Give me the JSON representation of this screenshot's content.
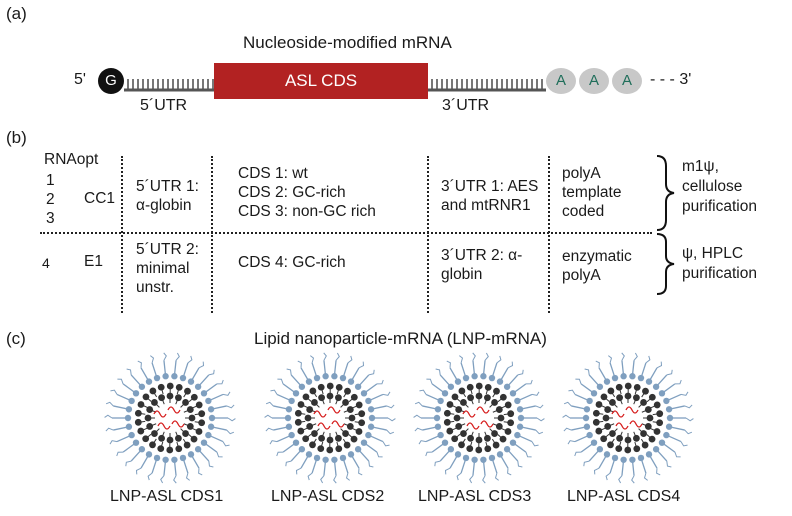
{
  "panels": {
    "a": {
      "label": "(a)",
      "title": "Nucleoside-modified mRNA",
      "five_prime": "5'",
      "three_prime": "- - - 3'",
      "cap": "G",
      "utr5": "5´UTR",
      "cds": "ASL CDS",
      "utr3": "3´UTR",
      "polyA": [
        "A",
        "A",
        "A"
      ]
    },
    "b": {
      "label": "(b)",
      "header": "RNAopt",
      "rows": [
        {
          "nums": [
            "1",
            "2",
            "3"
          ],
          "group": "CC1",
          "utr5": [
            "5´UTR 1:",
            "α-globin"
          ],
          "cds": [
            "CDS 1: wt",
            "CDS 2: GC-rich",
            "CDS 3: non-GC rich"
          ],
          "utr3": [
            "3´UTR 1: AES",
            "and mtRNR1"
          ],
          "polyA": [
            "polyA",
            "template",
            "coded"
          ],
          "note": [
            "m1ψ,",
            "cellulose",
            "purification"
          ]
        },
        {
          "nums": [
            "4"
          ],
          "group": "E1",
          "utr5": [
            "5´UTR 2:",
            "minimal",
            "unstr."
          ],
          "cds": [
            "CDS 4: GC-rich"
          ],
          "utr3": [
            "3´UTR 2: α-",
            "globin"
          ],
          "polyA": [
            "enzymatic",
            "polyA"
          ],
          "note": [
            "ψ, HPLC",
            "purification"
          ]
        }
      ]
    },
    "c": {
      "label": "(c)",
      "title": "Lipid nanoparticle-mRNA (LNP-mRNA)",
      "particles": [
        "LNP-ASL CDS1",
        "LNP-ASL CDS2",
        "LNP-ASL CDS3",
        "LNP-ASL CDS4"
      ]
    }
  },
  "colors": {
    "cds_box": "#b22222",
    "utr_line": "#555555",
    "cap": "#111111",
    "polyA_fill": "#c8c8c8",
    "polyA_text": "#1f6e5a",
    "lipid_blue": "#7f9fbf",
    "lipid_dark": "#333333",
    "mrna_red": "#d62020"
  }
}
